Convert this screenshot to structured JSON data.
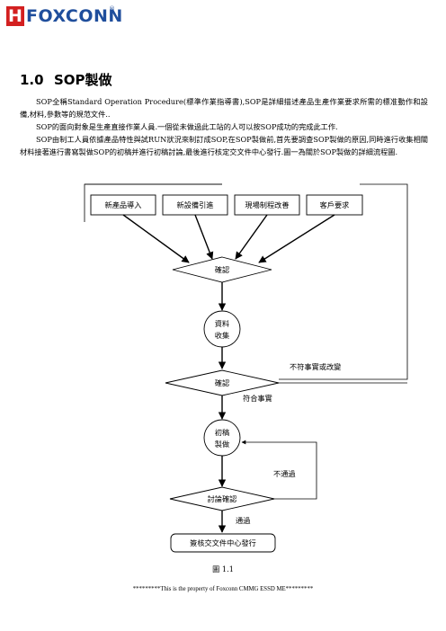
{
  "header": {
    "logo_letter": "H",
    "logo_text": "FOXCONN",
    "logo_mark": "®"
  },
  "section": {
    "number": "1.0",
    "title": "SOP製做"
  },
  "paragraphs": [
    "SOP全稱Standard Operation Procedure(標準作業指導書),SOP是詳細描述產品生產作業要求所需的標准動作和設備,材料,參數等的規范文件..",
    "SOP的面向對象是生產直接作業人員.一個從未做過此工站的人可以按SOP成功的完成此工作.",
    "SOP由制工人員依據產品特性與試RUN狀況來制訂成SOP,在SOP製做前,首先要調查SOP製做的原因,同時進行收集相關材料接著進行書寫製做SOP的初稿并進行初稿討論,最後進行核定交文件中心發行.圖一為關於SOP製做的詳細流程圖."
  ],
  "flowchart": {
    "inputs": [
      "新產品導入",
      "新設備引進",
      "現場制程改善",
      "客戶要求"
    ],
    "confirm1": "確認",
    "collect": [
      "資料",
      "收集"
    ],
    "confirm2": "確認",
    "loop1_label": "不符事實或改變",
    "pass1_label": "符合事實",
    "draft": [
      "初稿",
      "製做"
    ],
    "discuss": "討論確認",
    "loop2_label": "不通過",
    "pass2_label": "通過",
    "final": "簽核交文件中心發行"
  },
  "caption": "圖 1.1",
  "footer": "*********This is the property of Foxconn CMMG ESSD ME*********"
}
